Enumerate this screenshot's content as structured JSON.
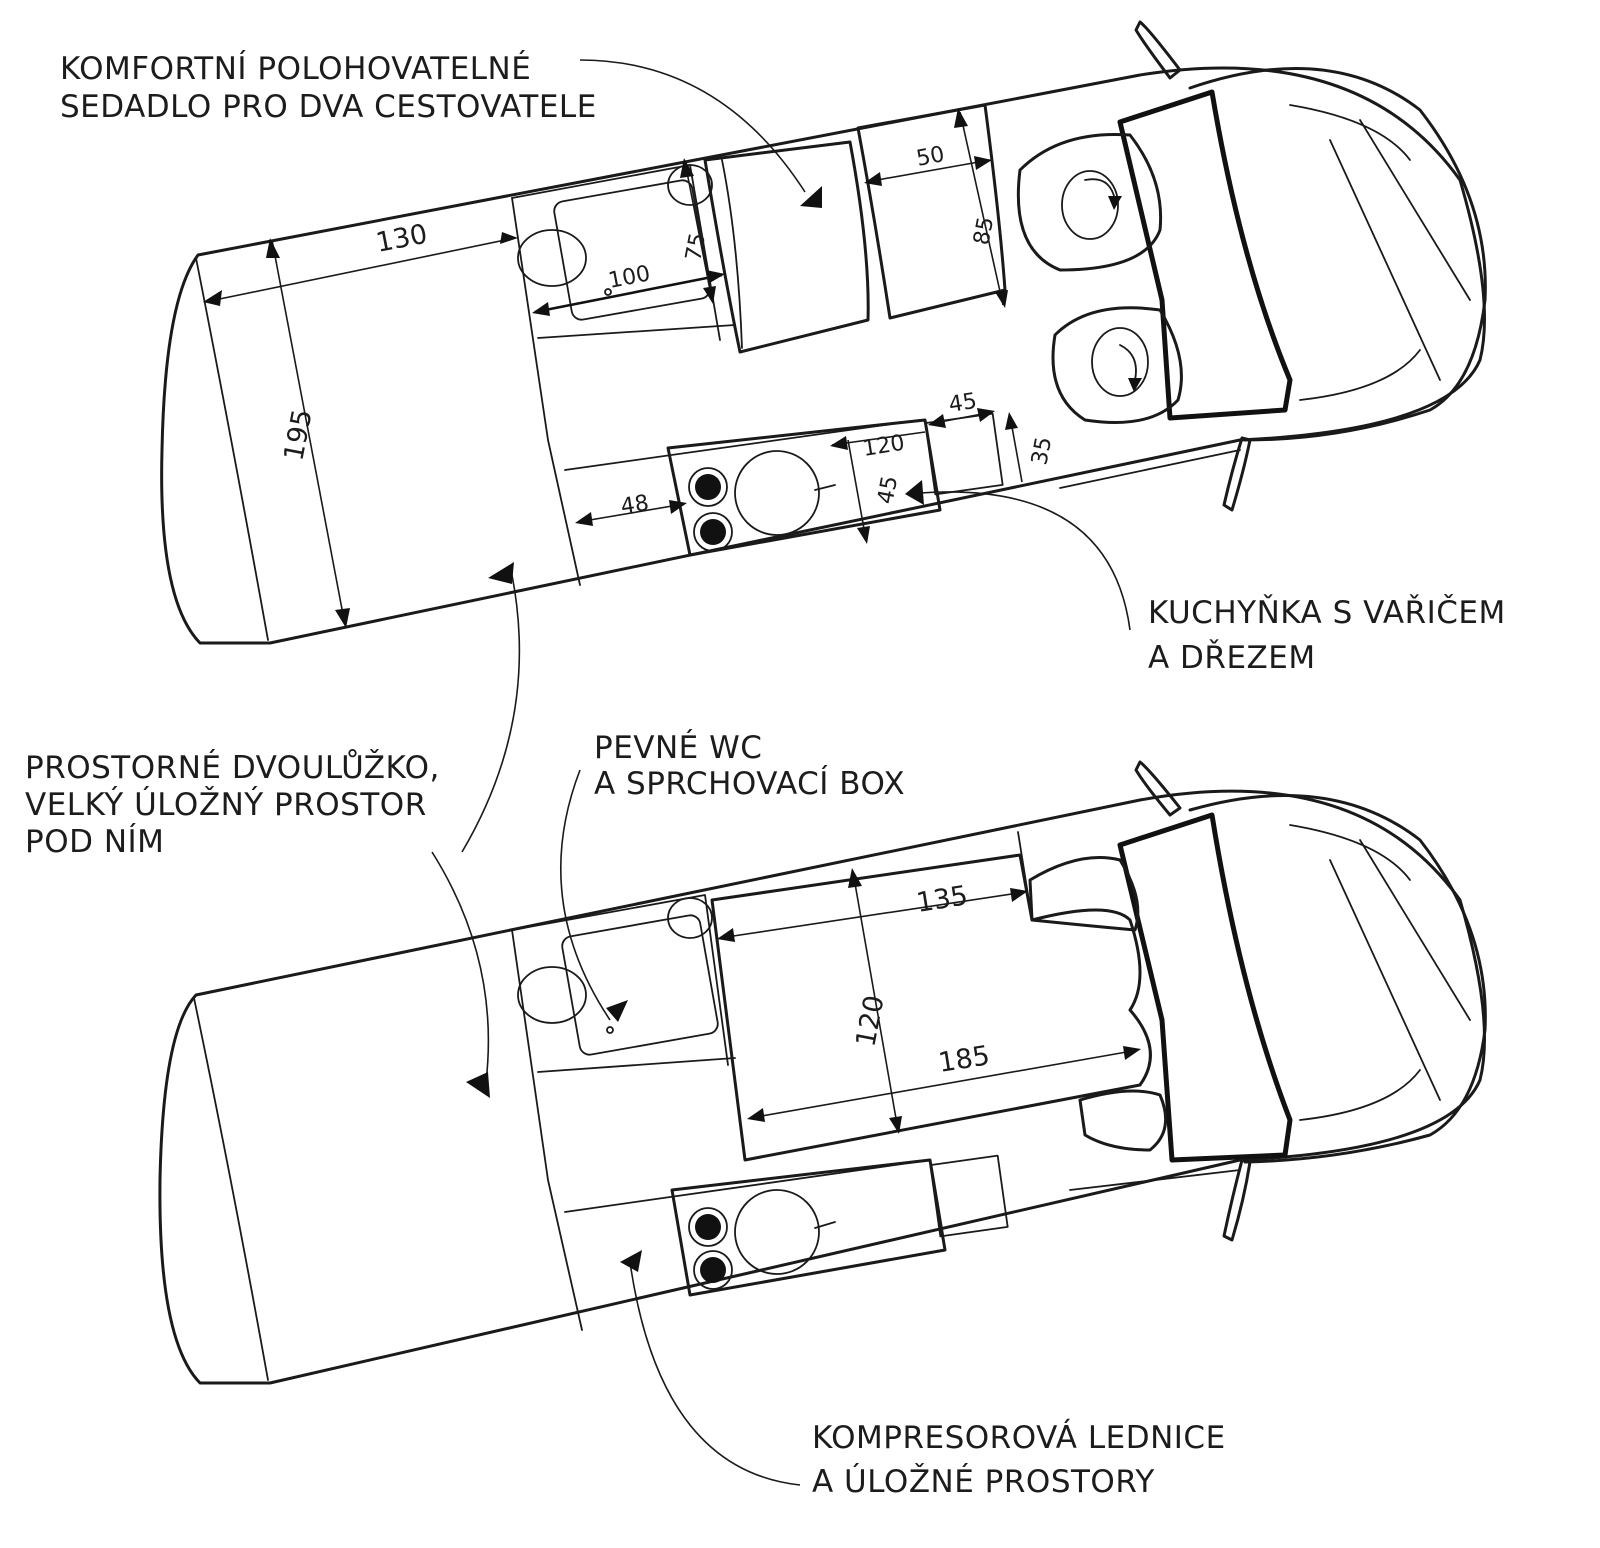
{
  "labels": {
    "seat": [
      "KOMFORTNÍ POLOHOVATELNÉ",
      "SEDADLO PRO DVA CESTOVATELE"
    ],
    "kitchen": [
      "KUCHYŇKA S VAŘIČEM",
      "A DŘEZEM"
    ],
    "bed": [
      "PROSTORNÉ DVOULŮŽKO,",
      "VELKÝ ÚLOŽNÝ PROSTOR",
      "POD NÍM"
    ],
    "wc": [
      "PEVNÉ WC",
      "A SPRCHOVACÍ BOX"
    ],
    "fridge": [
      "KOMPRESOROVÁ LEDNICE",
      "A ÚLOŽNÉ PROSTORY"
    ]
  },
  "top_plan": {
    "dims": {
      "bed_width": "130",
      "bed_length": "195",
      "wash_width": "100",
      "wash_depth": "75",
      "seat_width": "50",
      "seat_length": "85",
      "counter_length": "120",
      "counter_depth": "45",
      "cabinet_width": "48",
      "fridge_width": "45",
      "fridge_depth": "35"
    }
  },
  "bottom_plan": {
    "dims": {
      "bed_width": "135",
      "bed_length": "185",
      "bed_depth": "120"
    }
  }
}
